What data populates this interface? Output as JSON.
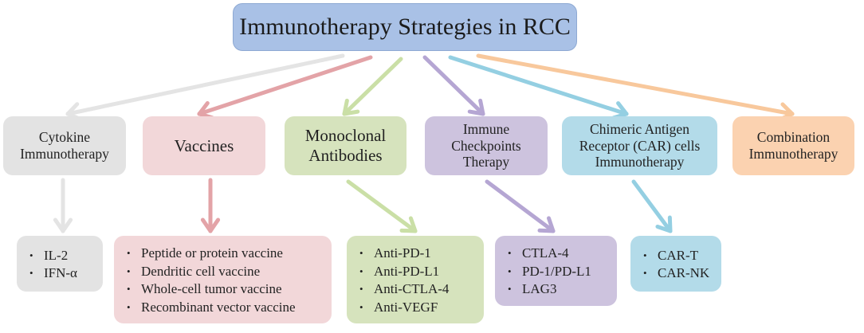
{
  "root": {
    "label": "Immunotherapy Strategies in RCC"
  },
  "categories": [
    {
      "label": "Cytokine\nImmunotherapy",
      "color": "#e3e3e3",
      "arrow_color": "#e4e4e4"
    },
    {
      "label": "Vaccines",
      "color": "#f2d7d9",
      "arrow_color": "#e3a3a7"
    },
    {
      "label": "Monoclonal\nAntibodies",
      "color": "#d6e3bd",
      "arrow_color": "#cadfa6"
    },
    {
      "label": "Immune\nCheckpoints\nTherapy",
      "color": "#cdc3de",
      "arrow_color": "#b5a6d3"
    },
    {
      "label": "Chimeric Antigen\nReceptor (CAR) cells\nImmunotherapy",
      "color": "#b3dbe9",
      "arrow_color": "#94cfe2"
    },
    {
      "label": "Combination\nImmunotherapy",
      "color": "#fbd2b0",
      "arrow_color": "#f8c89c"
    }
  ],
  "lists": [
    {
      "category": 0,
      "items": [
        "IL-2",
        "IFN-α"
      ]
    },
    {
      "category": 1,
      "items": [
        "Peptide or protein vaccine",
        "Dendritic cell vaccine",
        "Whole-cell tumor vaccine",
        "Recombinant vector vaccine"
      ]
    },
    {
      "category": 2,
      "items": [
        "Anti-PD-1",
        "Anti-PD-L1",
        "Anti-CTLA-4",
        "Anti-VEGF"
      ]
    },
    {
      "category": 3,
      "items": [
        "CTLA-4",
        "PD-1/PD-L1",
        "LAG3"
      ]
    },
    {
      "category": 4,
      "items": [
        "CAR-T",
        "CAR-NK"
      ]
    }
  ]
}
